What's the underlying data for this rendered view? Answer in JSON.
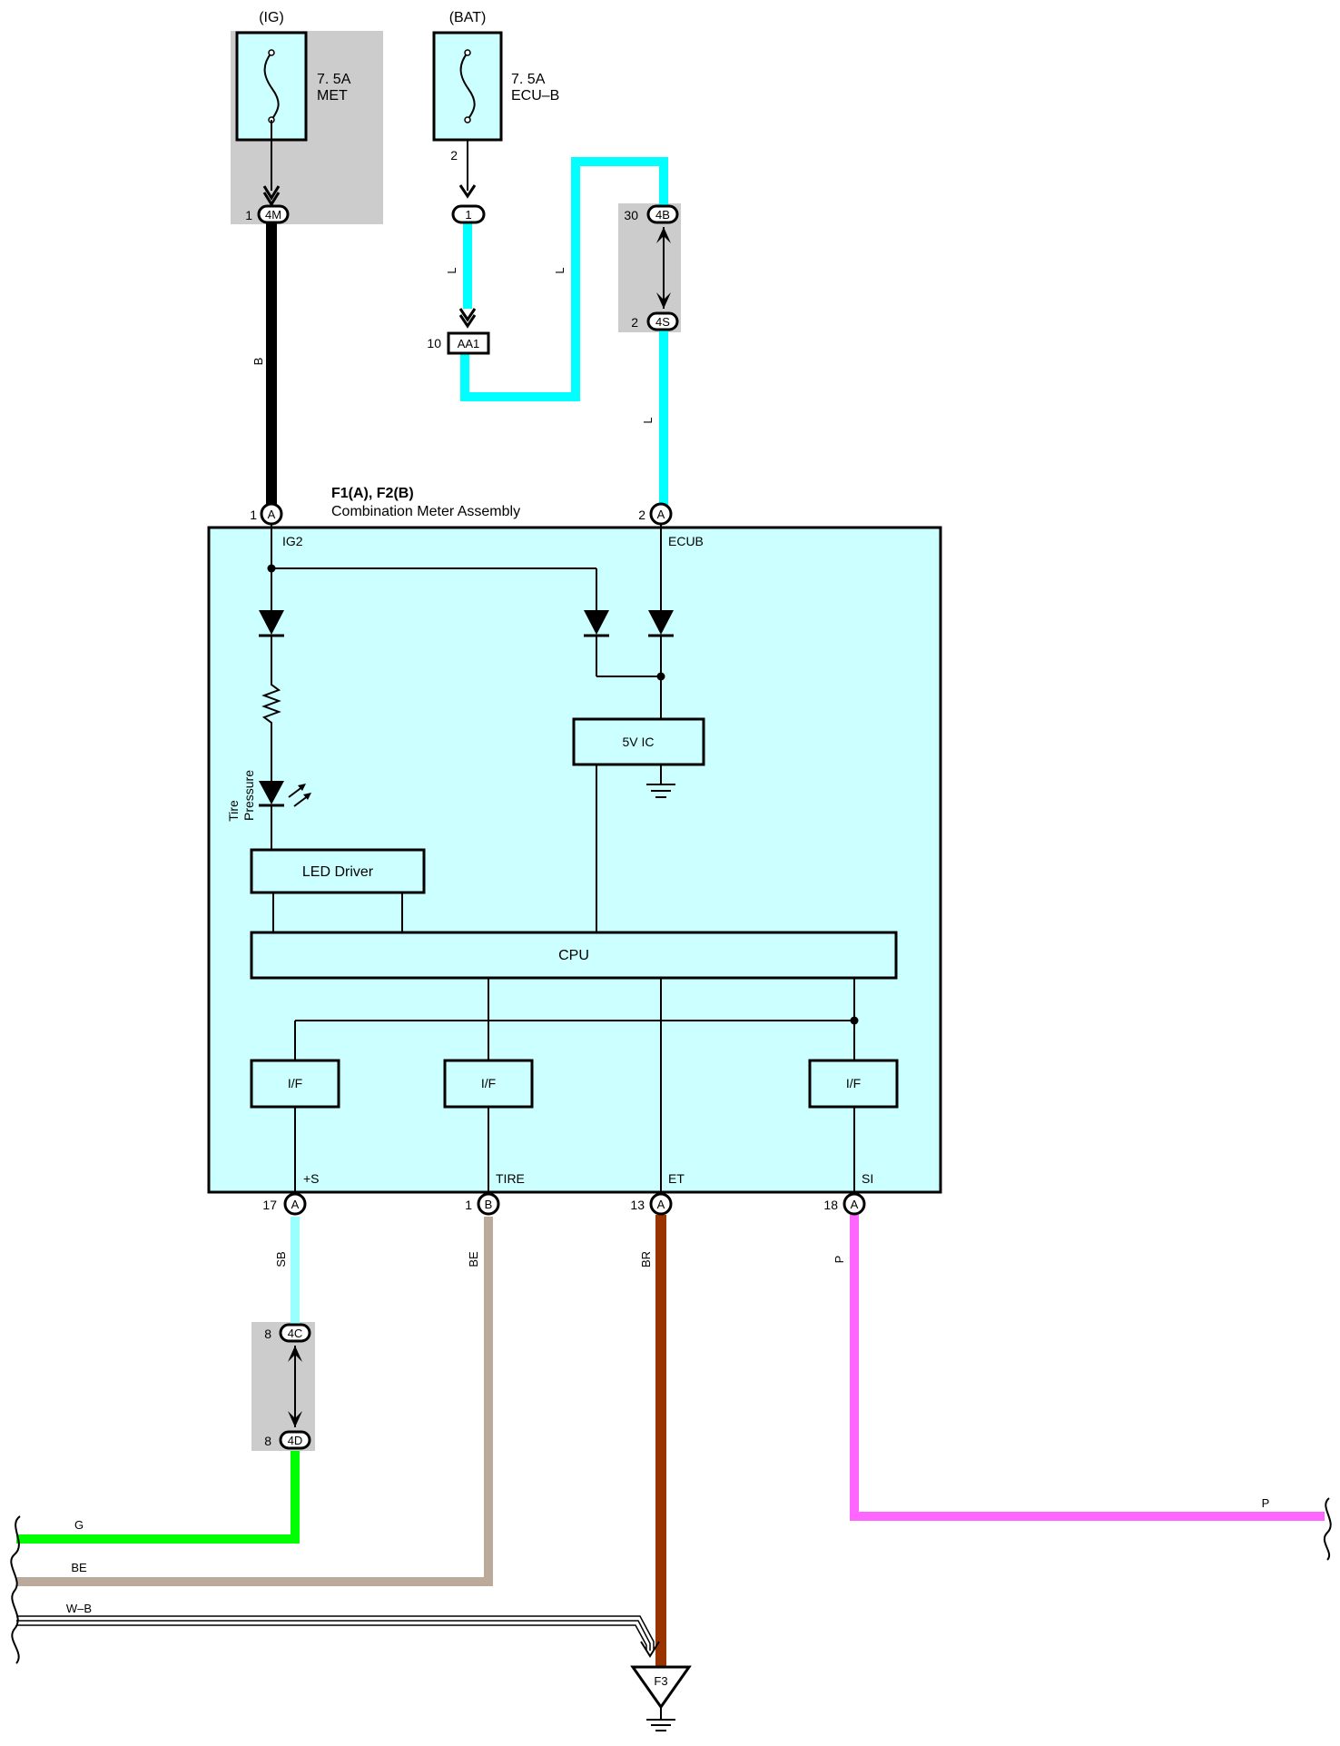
{
  "colors": {
    "box_fill": "#ccffff",
    "gray_fill": "#cccccc",
    "wire_L": "#00ffff",
    "wire_B": "#000000",
    "wire_SB": "#99ffff",
    "wire_BE": "#bba999",
    "wire_BR": "#993300",
    "wire_P": "#ff66ff",
    "wire_G": "#00ff00"
  },
  "fuses": {
    "ig": {
      "source": "(IG)",
      "rating": "7. 5A",
      "name": "MET"
    },
    "bat": {
      "source": "(BAT)",
      "rating": "7. 5A",
      "name": "ECU–B",
      "pin": "2"
    }
  },
  "connectors": {
    "c4m": {
      "pin": "1",
      "name": "4M"
    },
    "c1": {
      "name": "1"
    },
    "aa1": {
      "pin": "10",
      "name": "AA1"
    },
    "c4b": {
      "pin": "30",
      "name": "4B"
    },
    "c4s": {
      "pin": "2",
      "name": "4S"
    },
    "c4c": {
      "pin": "8",
      "name": "4C"
    },
    "c4d": {
      "pin": "8",
      "name": "4D"
    },
    "ground": {
      "name": "F3"
    }
  },
  "wires": {
    "b": "B",
    "l1": "L",
    "l2": "L",
    "l3": "L",
    "sb": "SB",
    "be": "BE",
    "br": "BR",
    "p": "P",
    "p2": "P",
    "g": "G",
    "be2": "BE",
    "wb": "W–B"
  },
  "meter": {
    "title": "F1(A), F2(B)",
    "subtitle": "Combination Meter Assembly",
    "top_pins": [
      {
        "num": "1",
        "conn": "A",
        "term": "IG2"
      },
      {
        "num": "2",
        "conn": "A",
        "term": "ECUB"
      }
    ],
    "bottom_pins": [
      {
        "num": "17",
        "conn": "A",
        "term": "+S"
      },
      {
        "num": "1",
        "conn": "B",
        "term": "TIRE"
      },
      {
        "num": "13",
        "conn": "A",
        "term": "ET"
      },
      {
        "num": "18",
        "conn": "A",
        "term": "SI"
      }
    ],
    "ic": "5V IC",
    "led_driver": "LED Driver",
    "cpu": "CPU",
    "interface": "I/F",
    "led_label_1": "Tire",
    "led_label_2": "Pressure"
  }
}
